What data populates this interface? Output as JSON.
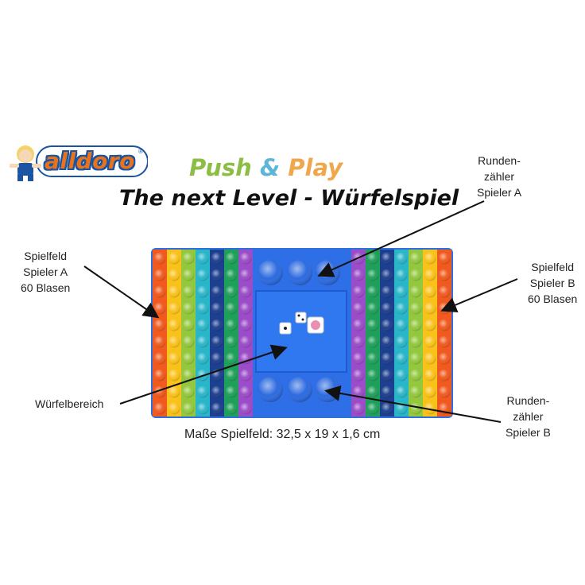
{
  "brand": {
    "logo_text": "alldoro",
    "registered": "®"
  },
  "title": {
    "push": "Push",
    "amp": "&",
    "play": "Play",
    "subtitle": "The next Level - Würfelspiel"
  },
  "labels": {
    "spielfeld_a": [
      "Spielfeld",
      "Spieler A",
      "60 Blasen"
    ],
    "spielfeld_b": [
      "Spielfeld",
      "Spieler B",
      "60 Blasen"
    ],
    "rundenzaehler_a": [
      "Runden-",
      "zähler",
      "Spieler A"
    ],
    "rundenzaehler_b": [
      "Runden-",
      "zähler",
      "Spieler B"
    ],
    "wuerfelbereich": "Würfelbereich"
  },
  "caption": "Maße Spielfeld: 32,5 x 19 x 1,6 cm",
  "colors": {
    "board_blue": "#2f6fe0",
    "stripes_left": [
      "#f05a1e",
      "#f9c21a",
      "#93c83e",
      "#29b6c9",
      "#1d3f8f",
      "#1fa05a",
      "#9b4cc8"
    ],
    "stripes_right": [
      "#9b4cc8",
      "#1fa05a",
      "#1d3f8f",
      "#29b6c9",
      "#93c83e",
      "#f9c21a",
      "#f05a1e"
    ]
  }
}
